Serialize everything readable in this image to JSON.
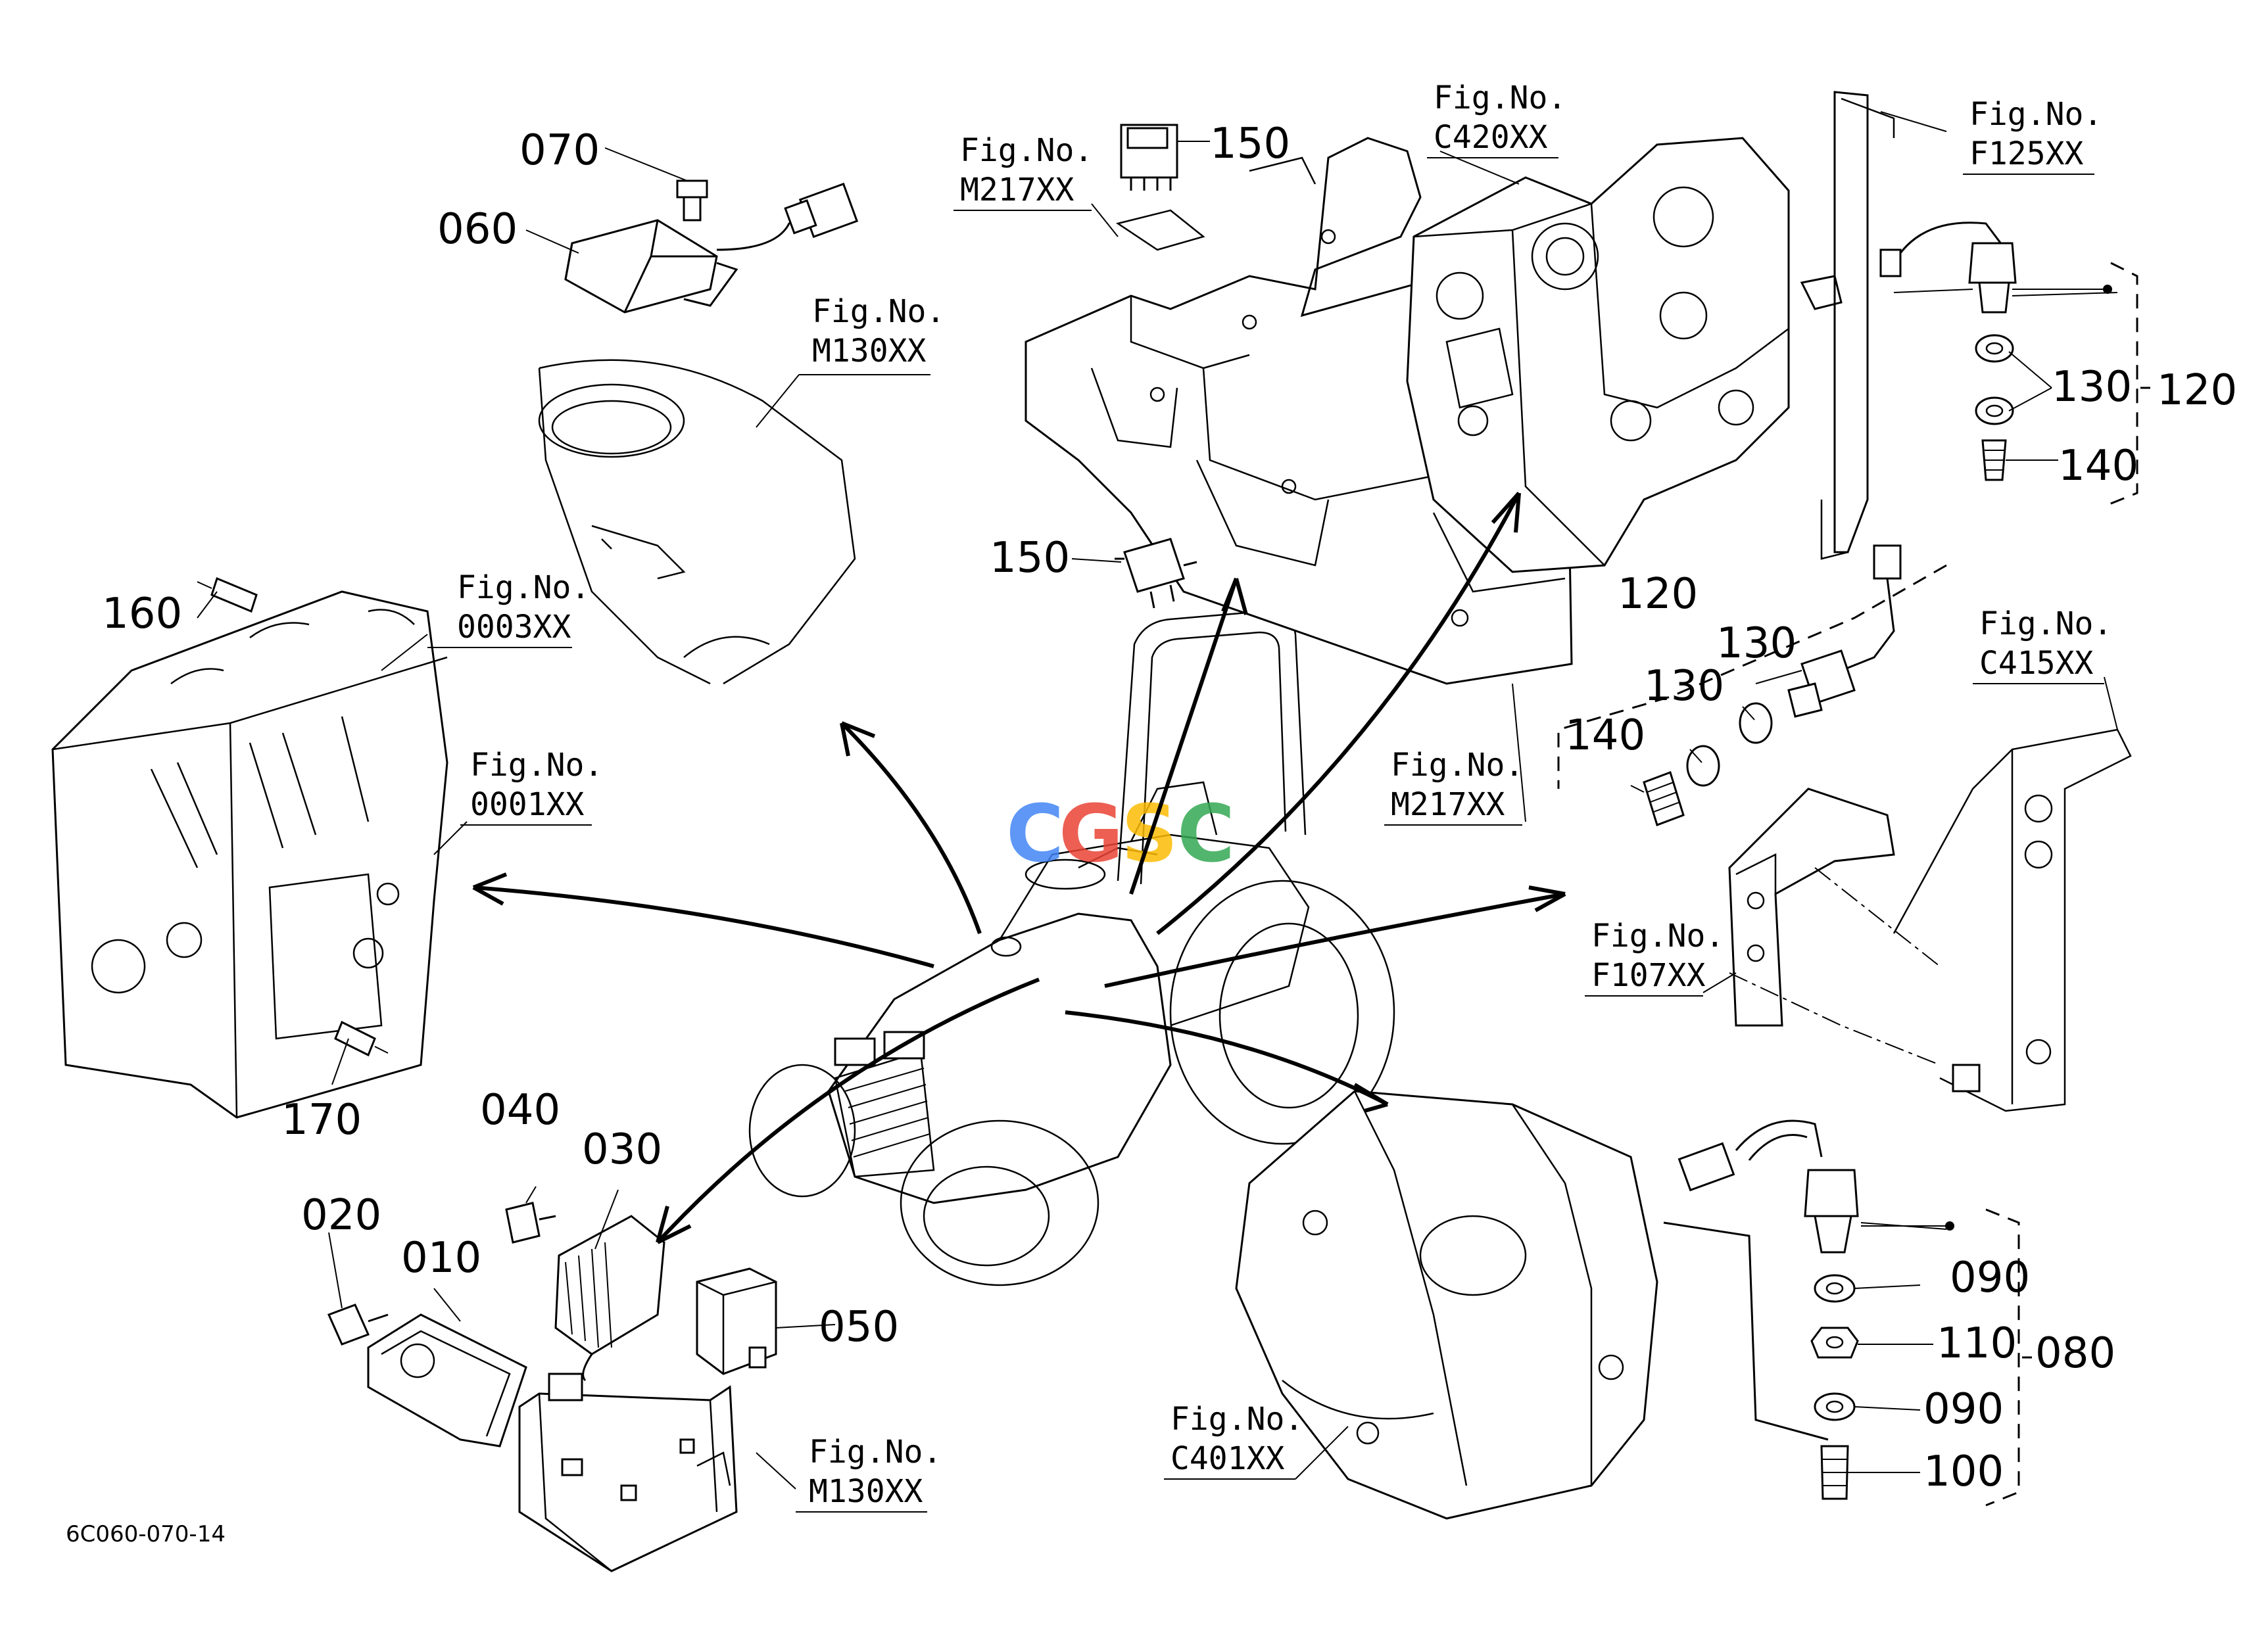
{
  "parts": {
    "p010": "010",
    "p020": "020",
    "p030": "030",
    "p040": "040",
    "p050": "050",
    "p060": "060",
    "p070": "070",
    "p080": "080",
    "p090a": "090",
    "p090b": "090",
    "p100": "100",
    "p110": "110",
    "p120a": "120",
    "p120b": "120",
    "p130a": "130",
    "p130b": "130",
    "p130c": "130",
    "p140a": "140",
    "p140b": "140",
    "p150a": "150",
    "p150b": "150",
    "p160": "160",
    "p170": "170"
  },
  "fig_refs": {
    "label": "Fig.No.",
    "m217_top": "M217XX",
    "c420": "C420XX",
    "f125": "F125XX",
    "m130_top": "M130XX",
    "f0003": "0003XX",
    "f0001": "0001XX",
    "m217_mid": "M217XX",
    "c415": "C415XX",
    "f107": "F107XX",
    "c401": "C401XX",
    "m130_bot": "M130XX"
  },
  "diagram_code": "6C060-070-14",
  "watermark": {
    "letters": [
      "C",
      "G",
      "S",
      "C"
    ],
    "colors": [
      "#4285F4",
      "#EA4335",
      "#FBBC05",
      "#34A853"
    ]
  }
}
